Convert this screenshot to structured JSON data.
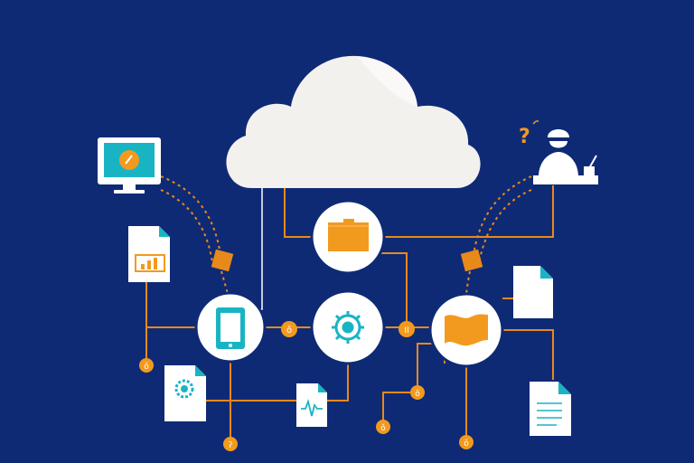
{
  "colors": {
    "background": "#0f2a75",
    "line_orange": "#e8891b",
    "dot_orange": "#f29a1e",
    "node_white": "#ffffff",
    "icon_teal": "#19b4c4",
    "cloud": "#f3f1ee"
  },
  "nodes": [
    {
      "name": "folder-node",
      "icon": "folder-icon"
    },
    {
      "name": "tablet-node",
      "icon": "tablet-icon"
    },
    {
      "name": "network-hub-node",
      "icon": "network-gear-icon"
    },
    {
      "name": "flag-node",
      "icon": "flag-icon"
    }
  ],
  "connector_badges": [
    {
      "name": "connector-badge-between-tablet-hub",
      "text": "ǒ"
    },
    {
      "name": "connector-badge-between-hub-flag",
      "text": "II"
    }
  ],
  "endpoint_badges": [
    {
      "name": "endpoint-badge-left",
      "text": "ǒ"
    },
    {
      "name": "endpoint-badge-bottom-left",
      "text": "ʔ"
    },
    {
      "name": "endpoint-badge-middle",
      "text": "ǒ"
    },
    {
      "name": "endpoint-badge-bottom-center",
      "text": "ǒ"
    },
    {
      "name": "endpoint-badge-bottom-right",
      "text": "ǒ"
    }
  ],
  "annotations": {
    "question_mark": "?"
  },
  "devices": [
    {
      "name": "desktop-monitor",
      "icon": "monitor-icon"
    },
    {
      "name": "user-at-desk",
      "icon": "person-icon"
    }
  ],
  "documents": [
    {
      "name": "chart-document",
      "icon": "bar-chart-icon"
    },
    {
      "name": "gear-document",
      "icon": "gear-icon"
    },
    {
      "name": "waveform-document",
      "icon": "waveform-icon"
    },
    {
      "name": "blank-document",
      "icon": "document-icon"
    },
    {
      "name": "checklist-document",
      "icon": "checklist-icon"
    }
  ]
}
